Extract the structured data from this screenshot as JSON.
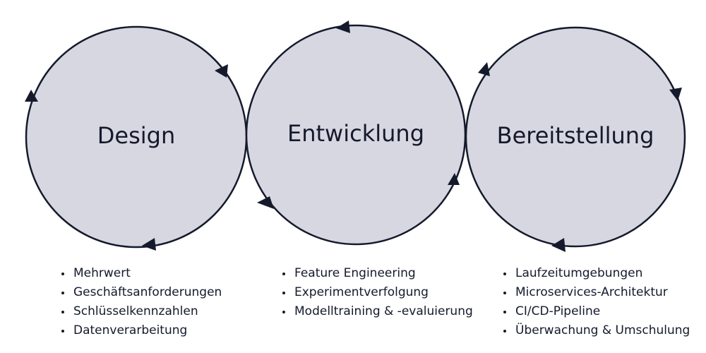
{
  "colors": {
    "circle_fill": "#d7d7e2",
    "stroke": "#141a2b",
    "text": "#141a2b"
  },
  "phases": [
    {
      "title": "Design",
      "items": [
        "Mehrwert",
        "Geschäftsanforderungen",
        "Schlüsselkennzahlen",
        "Datenverarbeitung"
      ]
    },
    {
      "title": "Entwicklung",
      "items": [
        "Feature Engineering",
        "Experimentverfolgung",
        "Modelltraining & -evaluierung"
      ]
    },
    {
      "title": "Bereitstellung",
      "items": [
        "Laufzeitumgebungen",
        "Microservices-Architektur",
        "CI/CD-Pipeline",
        "Überwachung & Umschulung"
      ]
    }
  ]
}
